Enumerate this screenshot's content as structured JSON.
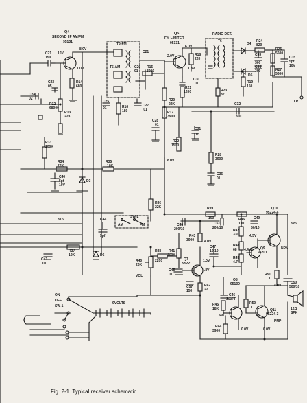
{
  "caption": "Fig. 2-1. Typical receiver schematic.",
  "labels": {
    "q4": "Q4",
    "q4_desc": "SECOND I F AM/FM",
    "q4_part": "95131",
    "q5": "Q5",
    "q5_desc": "FM LIMITER",
    "q5_part": "95131",
    "radio_det": "RADIO DET.",
    "t6fm": "T6-FM",
    "t5am": "T5-AM",
    "t6": "T6",
    "c21": "C21",
    "c21v": "150",
    "c23": "C23",
    "c23v": "05",
    "c24": "C24",
    "c24v": "02",
    "r12": "R12",
    "r12v": "68000",
    "r13": "R13",
    "r13v": "22K",
    "r14": "R14",
    "r14v": "680",
    "v10": "10V",
    "v80": "8.0V",
    "v10b": "1.0V",
    "c25": "C25",
    "c25v": "01",
    "c26": "C26",
    "c26v": "01",
    "r15": "R15",
    "r15v": "3900",
    "r16": "R16",
    "r16v": "180",
    "c27": "C27",
    "c27v": ".01",
    "r18": "R18",
    "r18v": "220",
    "v60": "6.0V",
    "v20": "2.0V",
    "v18": "1.8V",
    "c30": "C30",
    "c30v": "01",
    "r21": "R21",
    "r21v": "1200",
    "r20": "R20",
    "r20v": "22K",
    "r17": "R17",
    "r17v": "3900",
    "c28": "C28",
    "c28v": "01",
    "c31": "C31",
    "c31v": "01",
    "r22": "R22",
    "r22v": "1500",
    "d4": "D4",
    "d5": "D5",
    "r24": "R24",
    "r24v": "820",
    "c33": "C33",
    "c33v": "300",
    "c34": "C34",
    "c34v": "300",
    "r19": "R19",
    "r19v": "150",
    "r23": "R23",
    "r23v": "82",
    "r25": "R25",
    "r25v": "5600",
    "c35": "C35",
    "c35v": "5pf",
    "c35v2": "10V",
    "r27": "R27",
    "r27v": "5600",
    "tp": "T.P.",
    "c32": "C32",
    "c32v": "300",
    "r28": "R28",
    "r28v": "3900",
    "c36": "C36",
    "c36v": "01",
    "r33": "R33",
    "r33v": "100K",
    "r34": "R34",
    "r34v": "22K",
    "r35": "R35",
    "r35v": "10K",
    "v80b": "8.0V",
    "c40": "C40",
    "c40v": "5pf",
    "c40v2": "10V",
    "d3": "D3",
    "r36": "R36",
    "r36v": "22K",
    "sw2": "SW-2",
    "am": "AM",
    "fm": "FM",
    "c44": "C44",
    "c44v": "5pf",
    "v80c": "8.0V",
    "c43": "C43",
    "c43v": "01",
    "r37": "R37",
    "r37v": "10K",
    "d6": "D6",
    "r40": "R40",
    "r40v": "20K",
    "vol": "VOL",
    "r38": "R38",
    "r38v": "2200",
    "r41": "R41",
    "r41v": "100K",
    "c45": "C45",
    "c45v": "01",
    "q7": "Q7",
    "q7v": "95221",
    "v1": "1.0V",
    "r42": "R42",
    "r42v": "22",
    "c57": "C57",
    "c57v": "150",
    "v8": ".8V",
    "c48": "C48",
    "c48v": "200/10",
    "r43": "R43",
    "r43v": "3900",
    "v40": "4.0V",
    "c47": "C47",
    "c47v": "10/10",
    "r39": "R39",
    "r39v": "100",
    "c51": "C51",
    "c51v": "200/10",
    "r46": "R46",
    "r46v": "100",
    "c49": "C49",
    "c49v": "50/10",
    "r47": "R47",
    "r47v": "330",
    "v45": "4.5V",
    "r48": "R48",
    "r48v": "68",
    "v44": "4.4V",
    "q9": "Q9",
    "q9v": "95201",
    "r49": "R49",
    "r49v": "4.7",
    "q10": "Q10",
    "q10v": "95224-4",
    "npn": "NPN",
    "v88": "8.8V",
    "r51": "R51",
    "r51v": "1",
    "v40b": "4.0V",
    "c50": "C50",
    "c50v": "500/10",
    "q8": "Q8",
    "q8v": "95130",
    "c46": "C46",
    "c46v": "300PF",
    "r45": "R45",
    "r45v": "18K",
    "r50": "R50",
    "r50v": "1",
    "q11": "Q11",
    "q11v": "95224-3",
    "pnp": "PNP",
    "spk": "12Ω",
    "spk2": "SPK",
    "r44": "R44",
    "r44v": "3900",
    "v00": "0.0V",
    "v00b": "0.0V",
    "v6": ".6V",
    "sw1_on": "ON",
    "sw1_off": "OFF",
    "sw1": "SW-1",
    "battery": "9VOLTS"
  }
}
